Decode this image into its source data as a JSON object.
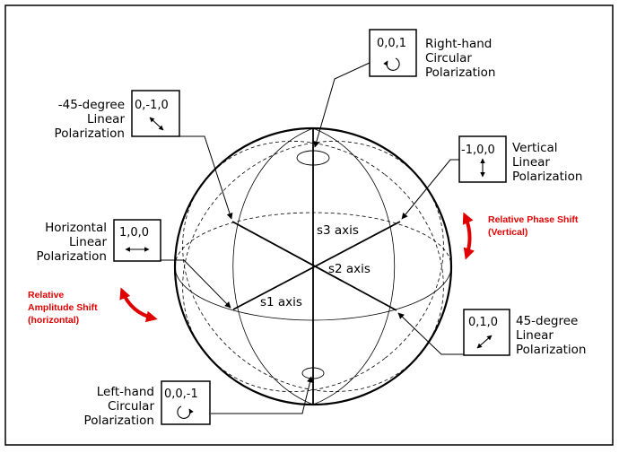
{
  "axes": {
    "s1": "s1 axis",
    "s2": "s2 axis",
    "s3": "s3 axis"
  },
  "states": {
    "rhc": {
      "coord": "0,0,1",
      "line1": "Right-hand",
      "line2": "Circular",
      "line3": "Polarization",
      "icon": "clockwise-circle-arrow-icon"
    },
    "m45": {
      "coord": "0,-1,0",
      "line1": "-45-degree",
      "line2": "Linear",
      "line3": "Polarization",
      "icon": "diagonal-double-arrow-icon"
    },
    "vert": {
      "coord": "-1,0,0",
      "line1": "Vertical",
      "line2": "Linear",
      "line3": "Polarization",
      "icon": "vertical-double-arrow-icon"
    },
    "horiz": {
      "coord": "1,0,0",
      "line1": "Horizontal",
      "line2": "Linear",
      "line3": "Polarization",
      "icon": "horizontal-double-arrow-icon"
    },
    "p45": {
      "coord": "0,1,0",
      "line1": "45-degree",
      "line2": "Linear",
      "line3": "Polarization",
      "icon": "diagonal-double-arrow-icon"
    },
    "lhc": {
      "coord": "0,0,-1",
      "line1": "Left-hand",
      "line2": "Circular",
      "line3": "Polarization",
      "icon": "counterclockwise-circle-arrow-icon"
    }
  },
  "shifts": {
    "phase": {
      "line1": "Relative Phase Shift",
      "line2": "(Vertical)"
    },
    "amplitude": {
      "line1": "Relative",
      "line2": "Amplitude Shift",
      "line3": "(horizontal)"
    }
  },
  "colors": {
    "accent": "#e00000",
    "line": "#000000",
    "dashed": "#000000"
  }
}
